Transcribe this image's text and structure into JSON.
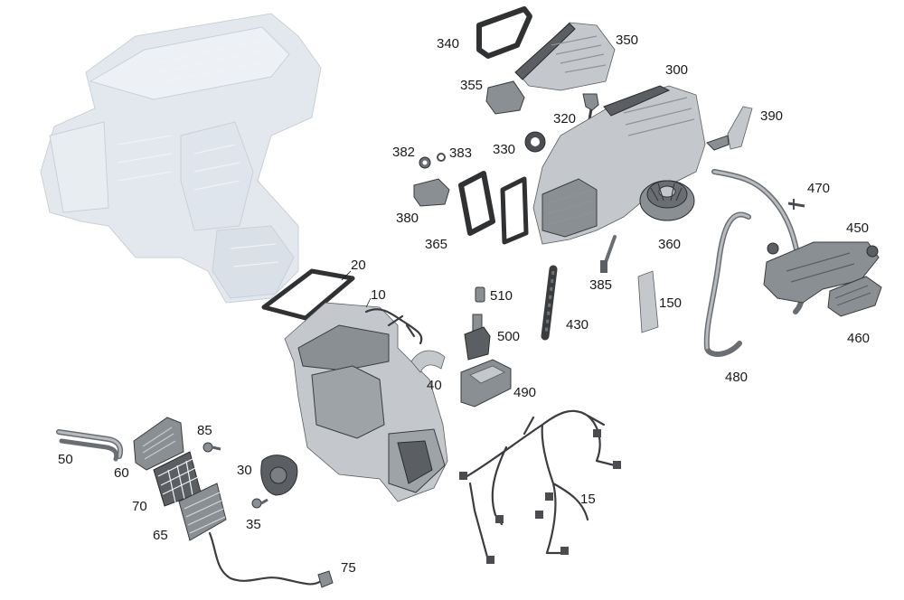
{
  "callouts": {
    "p10": "10",
    "p15": "15",
    "p20": "20",
    "p30": "30",
    "p35": "35",
    "p40": "40",
    "p50": "50",
    "p60": "60",
    "p65": "65",
    "p70": "70",
    "p75": "75",
    "p85": "85",
    "p150": "150",
    "p300": "300",
    "p320": "320",
    "p330": "330",
    "p340": "340",
    "p350": "350",
    "p355": "355",
    "p360": "360",
    "p365": "365",
    "p380": "380",
    "p382": "382",
    "p383": "383",
    "p385": "385",
    "p390": "390",
    "p430": "430",
    "p450": "450",
    "p460": "460",
    "p470": "470",
    "p480": "480",
    "p490": "490",
    "p500": "500",
    "p510": "510"
  },
  "colors": {
    "ghost_assembly": "#e3e8ee",
    "part_dark": "#5b5f63",
    "part_mid": "#8a8f94",
    "part_light": "#c4c8cc"
  }
}
